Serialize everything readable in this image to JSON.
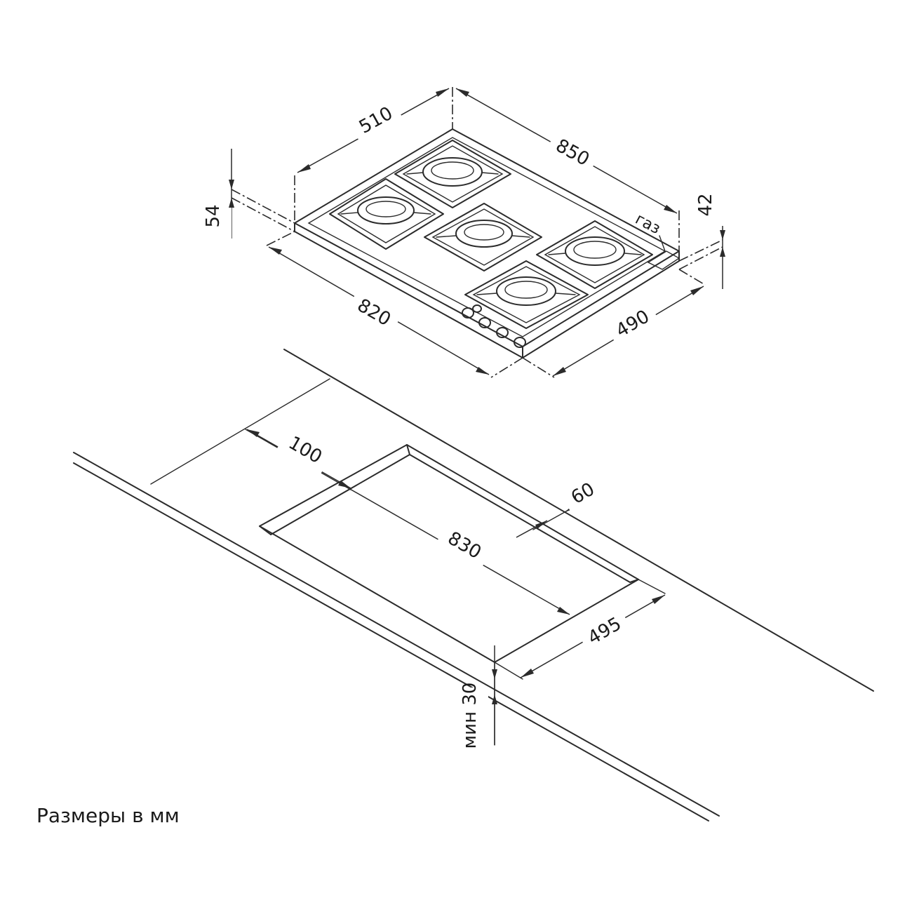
{
  "hob": {
    "dim_depth_top": "510",
    "dim_width_top": "850",
    "dim_height_left": "54",
    "dim_height_right": "42",
    "dim_width_bottom": "820",
    "dim_depth_bottom": "490",
    "gas_label": "газ",
    "burner_count": 5,
    "knob_count": 5
  },
  "cutout": {
    "dim_offset_back": "100",
    "dim_offset_side": "60",
    "dim_width": "830",
    "dim_depth": "495",
    "dim_min_thickness": "мин 30"
  },
  "caption": "Размеры в мм"
}
